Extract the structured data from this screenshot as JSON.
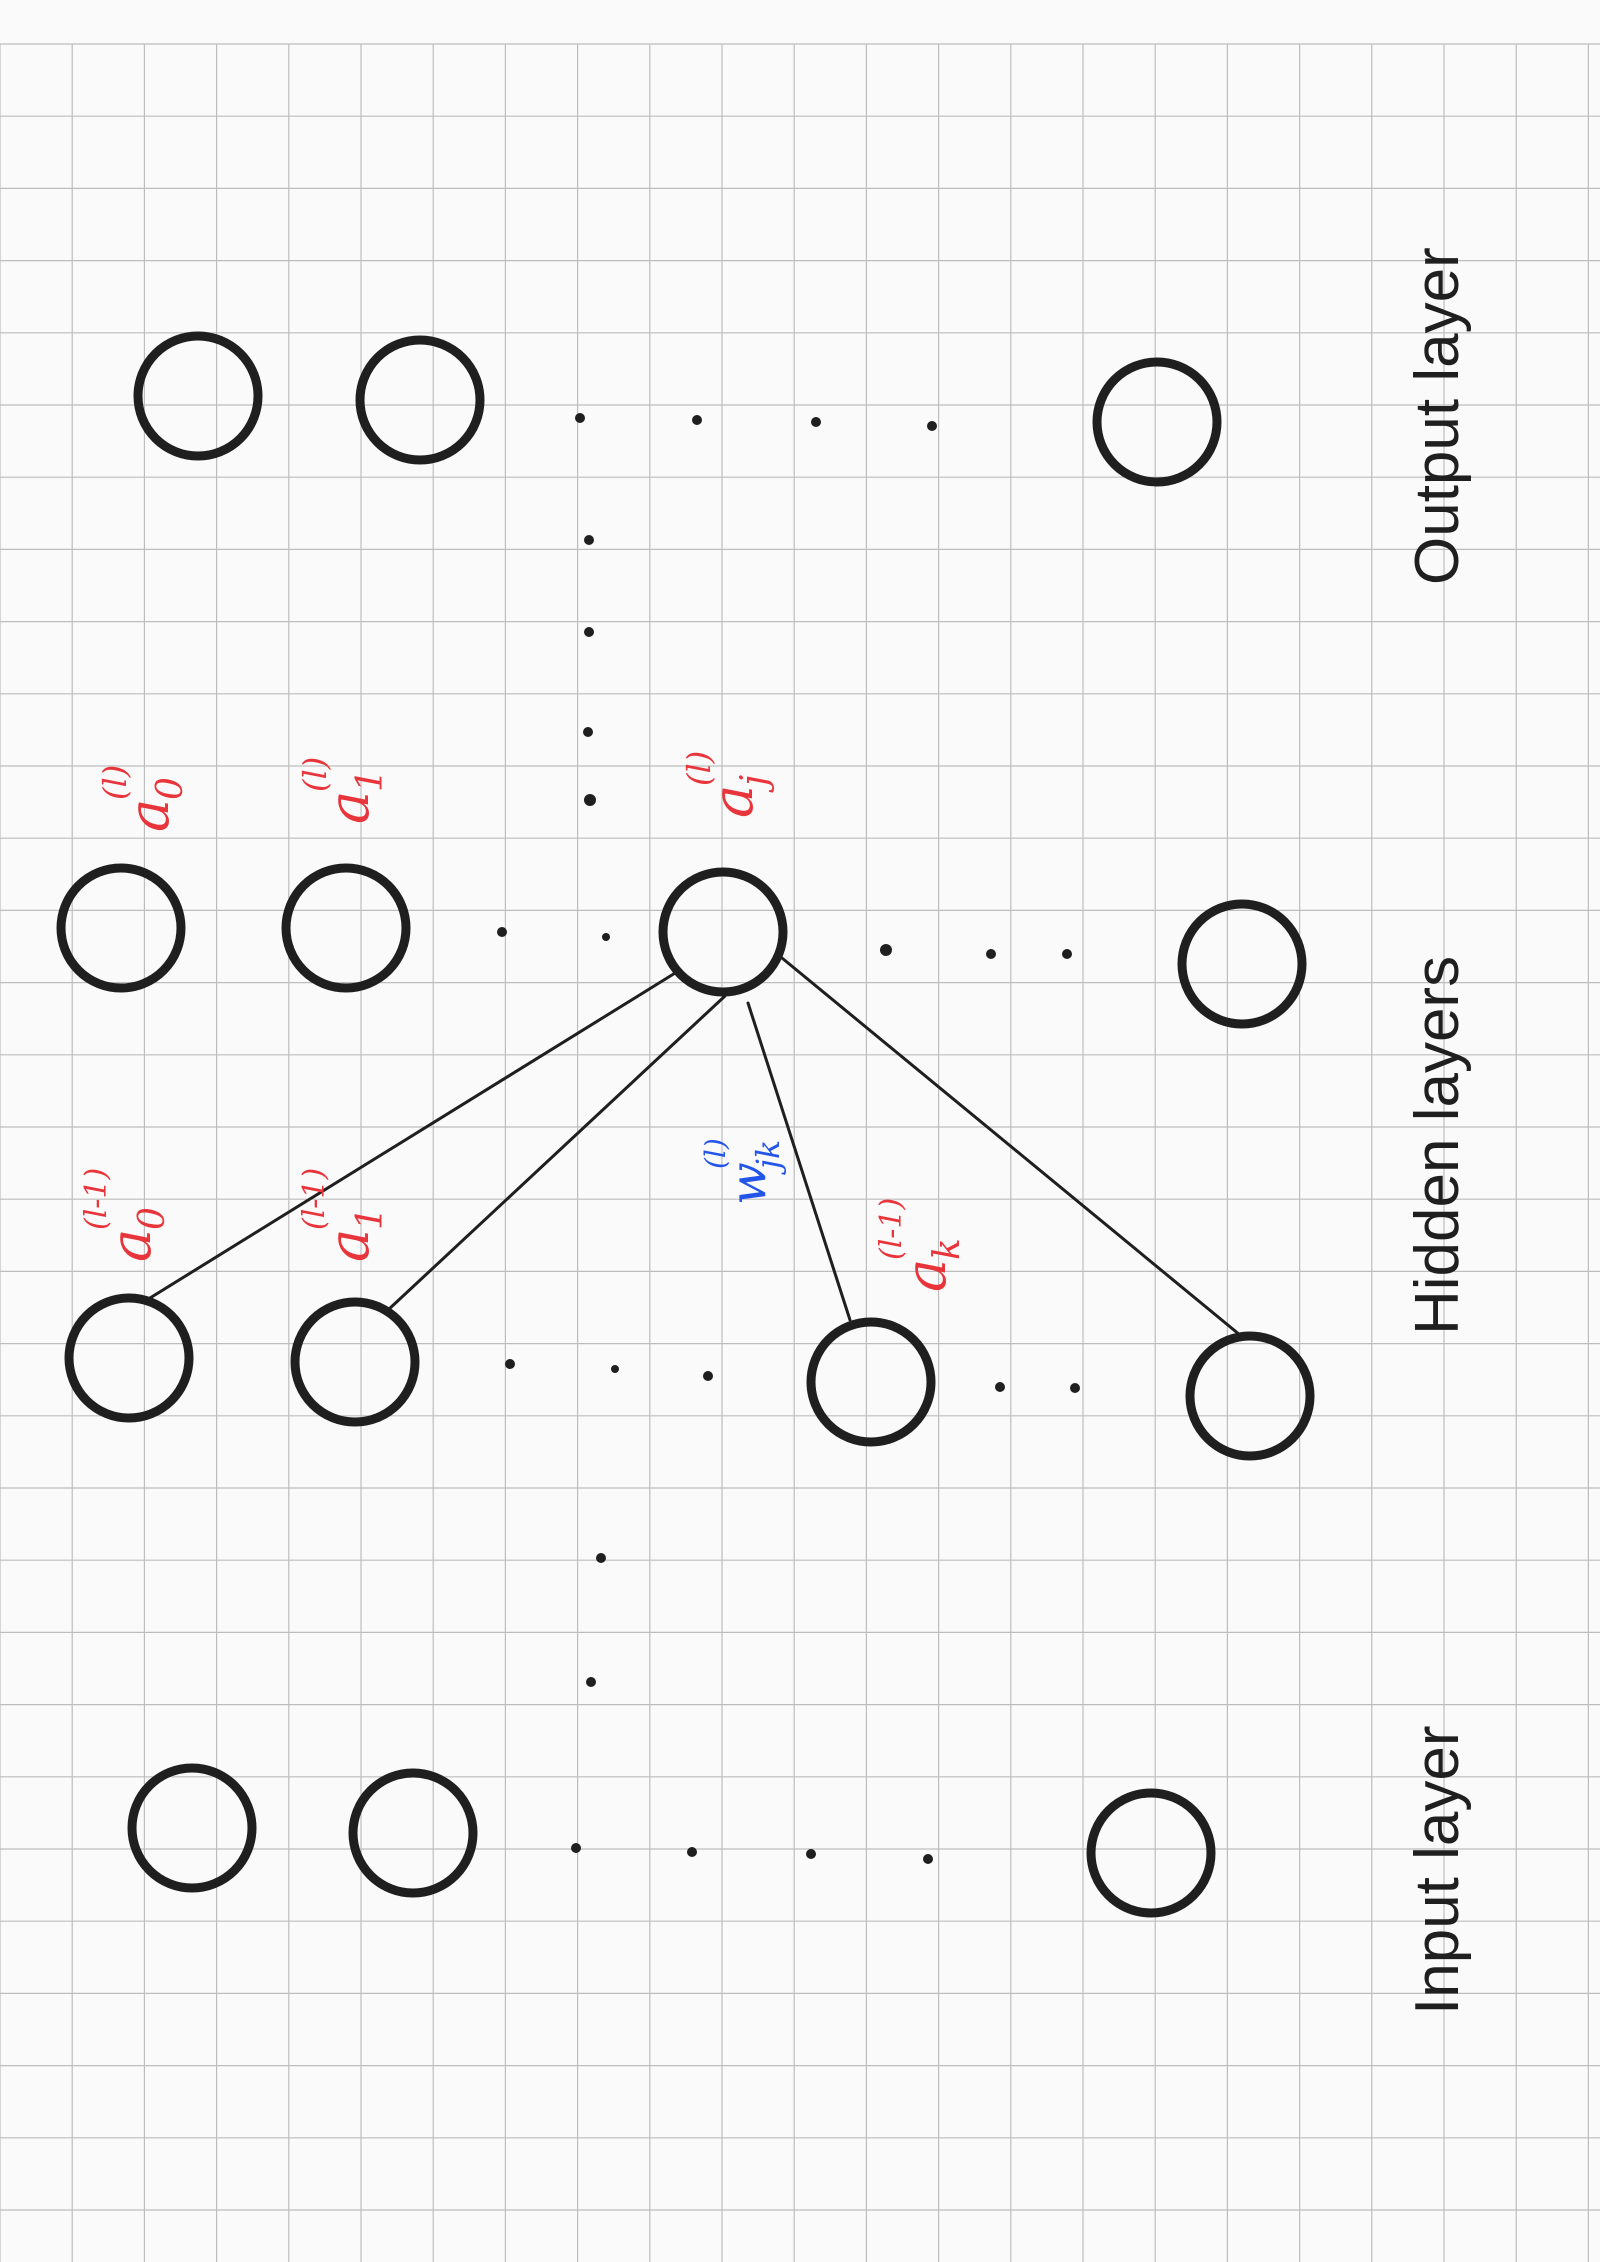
{
  "colors": {
    "background": "#fafafa",
    "grid": "#bdbdbd",
    "ink": "#1f1f1f",
    "annotation_red": "#e8353b",
    "annotation_blue": "#2356e8"
  },
  "layers": {
    "input": "Input layer",
    "hidden": "Hidden layers",
    "output": "Output layer"
  },
  "annotations": {
    "a0_prev": {
      "base": "a",
      "sub": "0",
      "sup": "(l-1)"
    },
    "a1_prev": {
      "base": "a",
      "sub": "1",
      "sup": "(l-1)"
    },
    "ak_prev": {
      "base": "a",
      "sub": "k",
      "sup": "(l-1)"
    },
    "a0": {
      "base": "a",
      "sub": "0",
      "sup": "(l)"
    },
    "a1": {
      "base": "a",
      "sub": "1",
      "sup": "(l)"
    },
    "aj": {
      "base": "a",
      "sub": "j",
      "sup": "(l)"
    },
    "wjk": {
      "base": "w",
      "sub": "jk",
      "sup": "(l)"
    }
  }
}
